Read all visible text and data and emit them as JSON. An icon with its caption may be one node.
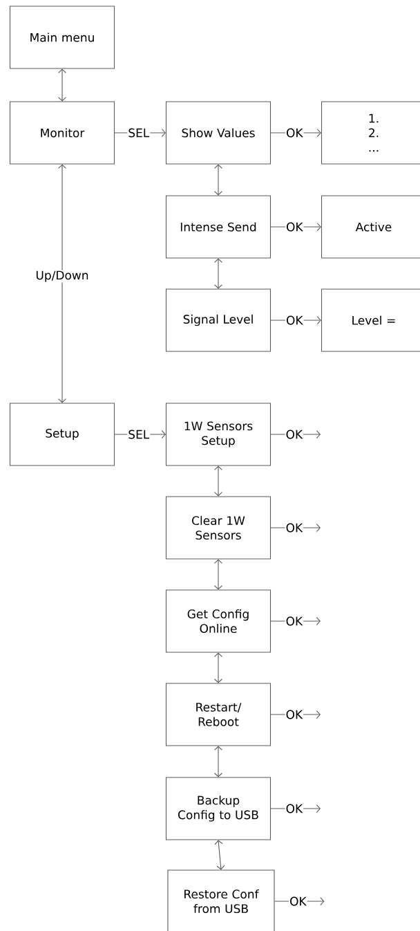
{
  "diagram": {
    "nodes": [
      {
        "text": [
          "Main menu"
        ]
      },
      {
        "text": [
          "Monitor"
        ]
      },
      {
        "text": [
          "Show Values"
        ]
      },
      {
        "text": [
          "1. 2. ..."
        ]
      },
      {
        "text": [
          "Intense Send"
        ]
      },
      {
        "text": [
          "Active"
        ]
      },
      {
        "text": [
          "Signal Level"
        ]
      },
      {
        "text": [
          "Level ="
        ]
      },
      {
        "text": [
          "Setup"
        ]
      },
      {
        "text": [
          "1W Sensors Setup"
        ]
      },
      {
        "text": [
          "Clear 1W Sensors"
        ]
      },
      {
        "text": [
          "Get Config Online"
        ]
      },
      {
        "text": [
          "Restart/ Reboot"
        ]
      },
      {
        "text": [
          "Backup Config to USB"
        ]
      },
      {
        "text": [
          "Restore Conf from USB"
        ]
      }
    ],
    "edges": [
      {
        "from": 0,
        "to": 1,
        "arrow": "both"
      },
      {
        "from": 1,
        "to": 2,
        "arrow": "to",
        "label": "SEL"
      },
      {
        "from": 2,
        "to": 3,
        "arrow": "to",
        "label": "OK"
      },
      {
        "from": 2,
        "to": 4,
        "arrow": "both"
      },
      {
        "from": 4,
        "to": 5,
        "arrow": "to",
        "label": "OK"
      },
      {
        "from": 4,
        "to": 6,
        "arrow": "both"
      },
      {
        "from": 6,
        "to": 7,
        "arrow": "to",
        "label": "OK"
      },
      {
        "from": 1,
        "to": 8,
        "arrow": "both",
        "label": "Up/Down"
      },
      {
        "from": 8,
        "to": 9,
        "arrow": "to",
        "label": "SEL"
      },
      {
        "from": 9,
        "to": null,
        "arrow": "to",
        "label": "OK"
      },
      {
        "from": 9,
        "to": 10,
        "arrow": "both"
      },
      {
        "from": 10,
        "to": null,
        "arrow": "to",
        "label": "OK"
      },
      {
        "from": 10,
        "to": 11,
        "arrow": "both"
      },
      {
        "from": 11,
        "to": null,
        "arrow": "to",
        "label": "OK"
      },
      {
        "from": 11,
        "to": 12,
        "arrow": "both"
      },
      {
        "from": 12,
        "to": null,
        "arrow": "to",
        "label": "OK"
      },
      {
        "from": 12,
        "to": 13,
        "arrow": "both"
      },
      {
        "from": 13,
        "to": null,
        "arrow": "to",
        "label": "OK"
      },
      {
        "from": 13,
        "to": 14,
        "arrow": "both"
      },
      {
        "from": 14,
        "to": null,
        "arrow": "to",
        "label": "OK"
      }
    ]
  }
}
